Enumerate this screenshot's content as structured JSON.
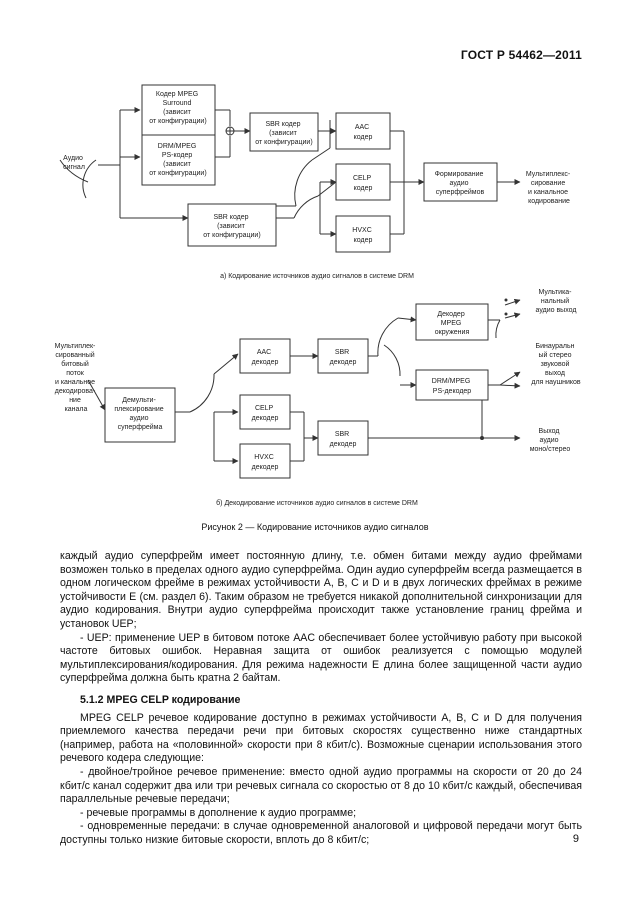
{
  "header": {
    "standard": "ГОСТ Р 54462—2011"
  },
  "figure_a": {
    "input_label": [
      "Аудио",
      "сигнал"
    ],
    "mpeg_surround": [
      "Кодер MPEG",
      "Surround",
      "(зависит",
      "от конфигурации)"
    ],
    "drm_mpeg_ps": [
      "DRM/MPEG",
      "PS-кодер",
      "(зависит",
      "от конфигурации)"
    ],
    "sbr_top": [
      "SBR кодер",
      "(зависит",
      "от конфигурации)"
    ],
    "aac": [
      "AAC",
      "кодер"
    ],
    "celp": [
      "CELP",
      "кодер"
    ],
    "hvxc": [
      "HVXC",
      "кодер"
    ],
    "formation": [
      "Формирование",
      "аудио",
      "суперфреймов"
    ],
    "sbr_bottom": [
      "SBR кодер",
      "(зависит",
      "от конфигурации)"
    ],
    "output_label": [
      "Мультиплекс-",
      "сирование",
      "и канальное",
      "кодирование"
    ],
    "caption": "а) Кодирование источников аудио сигналов в системе DRM"
  },
  "figure_b": {
    "input_label": [
      "Мультиплек-",
      "сированный",
      "битовый",
      "поток",
      "и канальное",
      "декодирова-",
      "ние",
      "канала"
    ],
    "demux": [
      "Демульти-",
      "плексирование",
      "аудио",
      "суперфрейма"
    ],
    "aac": [
      "AAC",
      "декодер"
    ],
    "celp": [
      "CELP",
      "декодер"
    ],
    "hvxc": [
      "HVXC",
      "декодер"
    ],
    "sbr_top": [
      "SBR",
      "декодер"
    ],
    "sbr_bottom": [
      "SBR",
      "декодер"
    ],
    "mpeg_surround": [
      "Декодер",
      "MPEG",
      "окружения"
    ],
    "drm_mpeg_ps": [
      "DRM/MPEG",
      "PS-декодер"
    ],
    "out_multichannel": [
      "Мультика-",
      "нальный",
      "аудио выход"
    ],
    "out_binaural": [
      "Бинауральн",
      "ый стерео",
      "звуковой",
      "выход",
      "для наушников"
    ],
    "out_mono": [
      "Выход",
      "аудио",
      "моно/стерео"
    ],
    "caption": "б) Декодирование источников аудио сигналов в системе DRM"
  },
  "figure_caption": "Рисунок 2 — Кодирование источников аудио сигналов",
  "body": {
    "p1": "каждый аудио суперфрейм имеет постоянную длину, т.е. обмен битами между аудио фреймами возможен только в пределах одного аудио суперфрейма. Один аудио суперфрейм всегда размещается в одном логическом фрейме в режимах устойчивости А, В, С и D и в двух логических фреймах в режиме устойчивости Е (см. раздел 6). Таким образом не требуется никакой дополнительной синхронизации для аудио кодирования. Внутри аудио суперфрейма происходит также установление границ фрейма и установок UEP;",
    "p2": "- UEP: применение UEP в битовом потоке AAC обеспечивает более устойчивую работу при высокой частоте битовых ошибок. Неравная защита от ошибок реализуется с помощью модулей мультиплексирования/кодирования. Для режима надежности Е длина более защищенной части аудио суперфрейма должна быть кратна 2 байтам.",
    "section": "5.1.2 MPEG CELP кодирование",
    "p3": "MPEG CELP речевое кодирование доступно в режимах устойчивости А, В, С и D для получения приемлемого качества передачи речи при битовых скоростях существенно ниже стандартных (например, работа на «половинной» скорости при 8 кбит/с). Возможные сценарии использования этого речевого кодера следующие:",
    "p4": "- двойное/тройное речевое применение: вместо одной аудио программы на скорости от 20 до 24 кбит/с канал содержит два или три речевых сигнала со скоростью от 8 до 10 кбит/с каждый, обеспечивая параллельные речевые передачи;",
    "p5": "- речевые программы в дополнение к аудио программе;",
    "p6": "- одновременные передачи: в случае одновременной аналоговой и цифровой передачи могут быть доступны только низкие битовые скорости, вплоть до 8 кбит/с;"
  },
  "page_number": "9"
}
